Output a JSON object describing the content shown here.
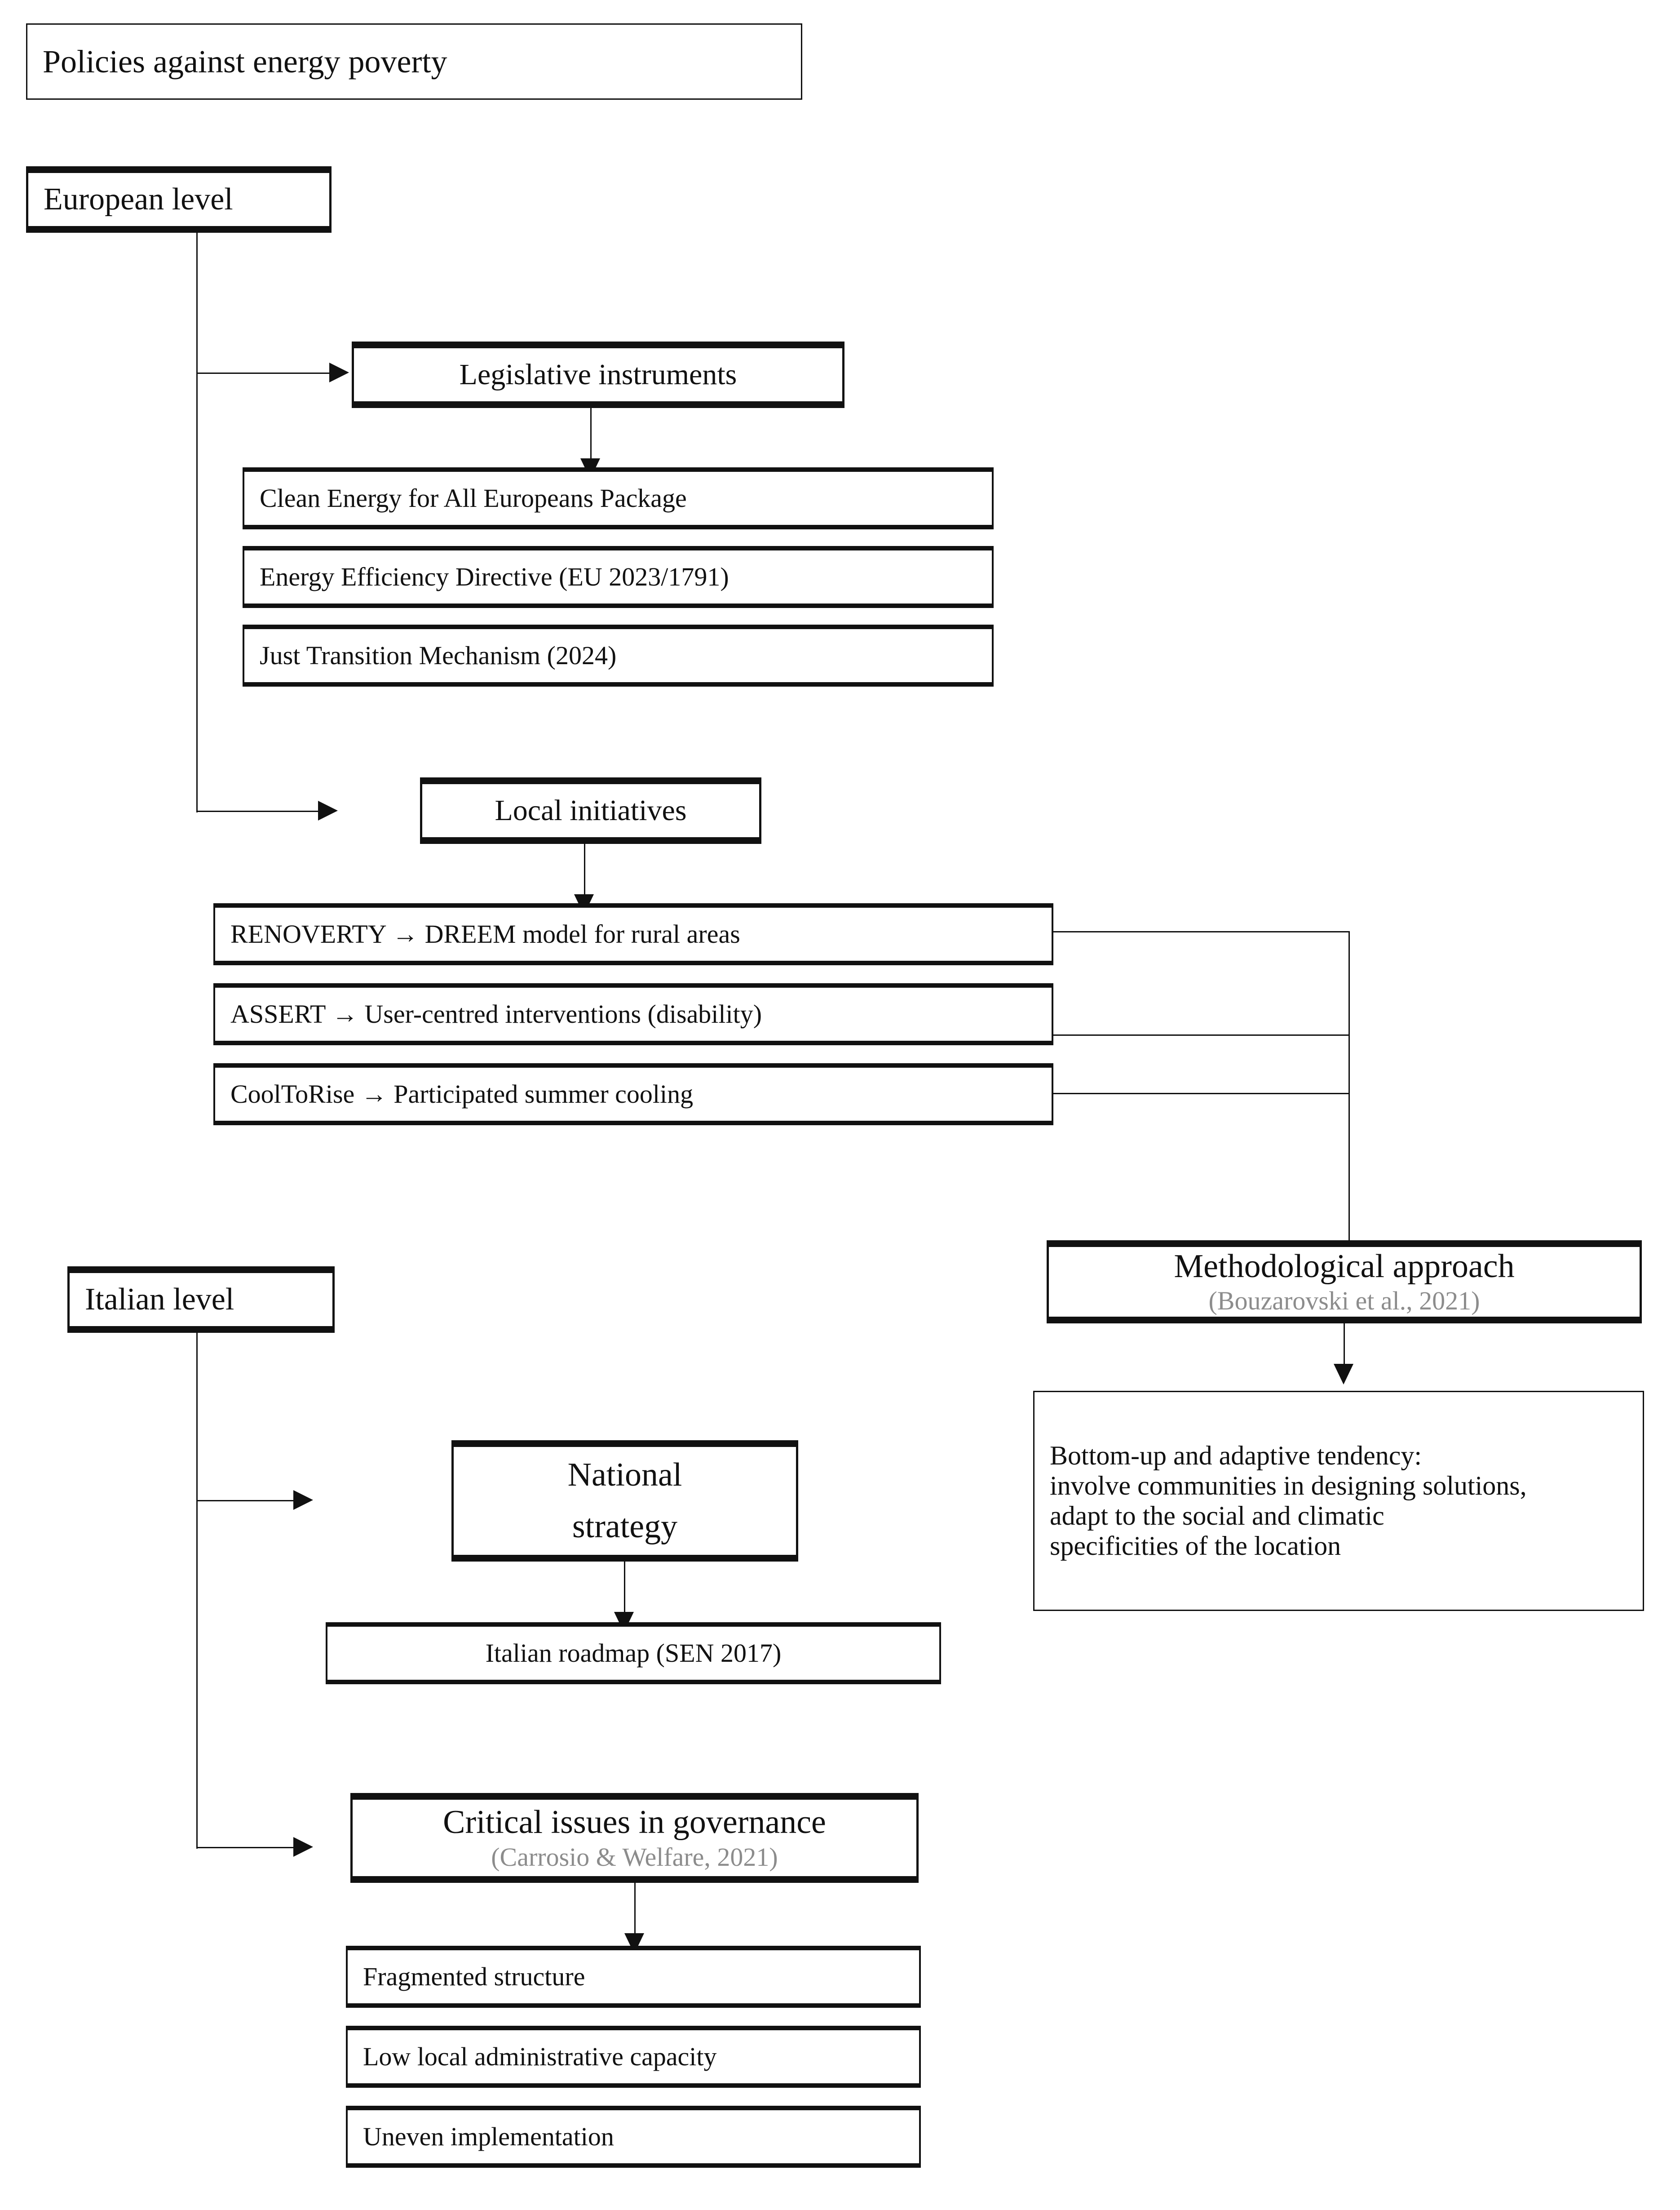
{
  "diagram": {
    "title_box": {
      "label": "Policies against energy poverty"
    },
    "levels": [
      {
        "id": "european",
        "label": "European level"
      },
      {
        "id": "italian",
        "label": "Italian level"
      }
    ],
    "european": {
      "branches": [
        {
          "id": "legislative",
          "label": "Legislative instruments"
        },
        {
          "id": "local",
          "label": "Local initiatives"
        }
      ],
      "legislative_items": [
        {
          "label": "Clean Energy for All Europeans Package"
        },
        {
          "label": "Energy Efficiency Directive (EU 2023/1791)"
        },
        {
          "label": "Just Transition Mechanism (2024)"
        }
      ],
      "local_items": [
        {
          "label": "RENOVERTY → DREEM model for rural areas"
        },
        {
          "label": "ASSERT → User-centred interventions (disability)"
        },
        {
          "label": "CoolToRise → Participated summer cooling"
        }
      ]
    },
    "methodology": {
      "title": "Methodological approach",
      "citation": "(Bouzarovski et al., 2021)",
      "detail": "Bottom-up and adaptive tendency:\ninvolve communities in designing solutions,\nadapt to the social and climatic\nspecificities of the location"
    },
    "italian": {
      "branches": [
        {
          "id": "national-strategy",
          "label": "National\nstrategy"
        },
        {
          "id": "critical-issues",
          "label": "Critical issues in governance",
          "citation": "(Carrosio & Welfare, 2021)"
        }
      ],
      "roadmap": {
        "label": "Italian roadmap (SEN 2017)"
      },
      "critical_items": [
        {
          "label": "Fragmented structure"
        },
        {
          "label": "Low local administrative capacity"
        },
        {
          "label": "Uneven implementation"
        }
      ]
    },
    "colors": {
      "stroke": "#111111",
      "background": "#ffffff",
      "citation_gray": "#8c8c8c"
    }
  }
}
